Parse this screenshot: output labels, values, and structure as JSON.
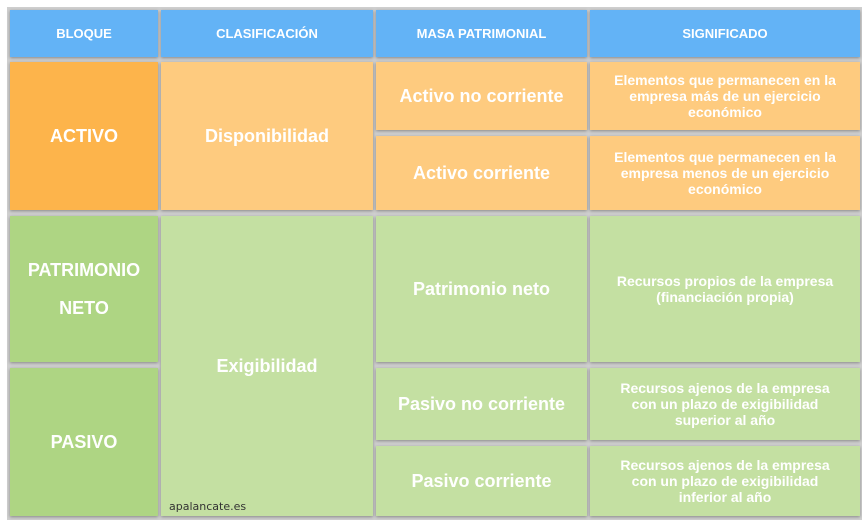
{
  "headers": [
    "BLOQUE",
    "CLASIFICACIÓN",
    "MASA PATRIMONIAL",
    "SIGNIFICADO"
  ],
  "bloques": {
    "activo": "ACTIVO",
    "patrimonio_neto_1": "PATRIMONIO",
    "patrimonio_neto_2": "NETO",
    "pasivo": "PASIVO"
  },
  "clasificacion": {
    "disponibilidad": "Disponibilidad",
    "exigibilidad": "Exigibilidad"
  },
  "masas": [
    {
      "label": "Activo no corriente",
      "significado": "Elementos que permanecen en la empresa más de un ejercicio económico"
    },
    {
      "label": "Activo corriente",
      "significado": "Elementos que permanecen en la empresa menos de un ejercicio económico"
    },
    {
      "label": "Patrimonio neto",
      "significado": "Recursos propios de la empresa (financiación propia)"
    },
    {
      "label": "Pasivo no corriente",
      "significado": "Recursos ajenos de la empresa con un plazo de exigibilidad superior al año"
    },
    {
      "label": "Pasivo corriente",
      "significado": "Recursos ajenos de la empresa con un plazo de exigibilidad inferior al año"
    }
  ],
  "watermark": "apalancate.es",
  "colors": {
    "header": "#63b3f6",
    "orange_dark": "#fdb44b",
    "orange_light": "#fecb7f",
    "green_dark": "#aed583",
    "green_light": "#c4e0a2"
  }
}
